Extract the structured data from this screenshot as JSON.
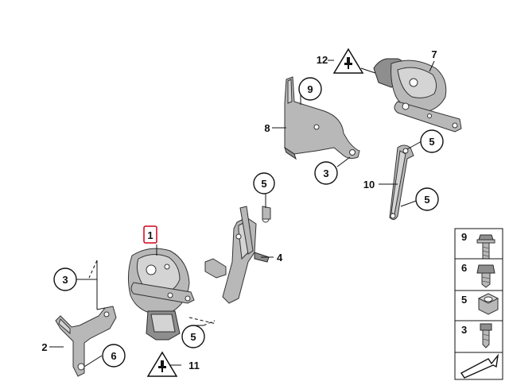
{
  "callouts": {
    "c1": "1",
    "c2": "2",
    "c3a": "3",
    "c3b": "3",
    "c4": "4",
    "c5a": "5",
    "c5b": "5",
    "c5c": "5",
    "c5d": "5",
    "c6": "6",
    "c7": "7",
    "c8": "8",
    "c9": "9",
    "c10": "10",
    "c11": "11",
    "c12": "12"
  },
  "legend": [
    "9",
    "6",
    "5",
    "3"
  ],
  "colors": {
    "highlight": "#d0021b",
    "part": "#b8b8b8",
    "outline": "#111111"
  },
  "icons": {
    "warning": "electrical-plug-warning-icon",
    "nav": "next-page-arrow-icon"
  }
}
